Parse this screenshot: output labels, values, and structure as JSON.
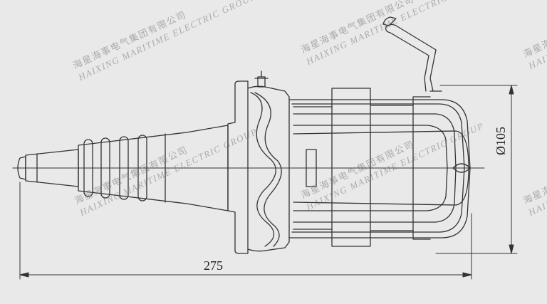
{
  "dimensions": {
    "overall_length": "275",
    "diameter": "Ø105"
  },
  "watermark": {
    "cn": "海星海事电气集团有限公司",
    "en": "HAIXING MARITIME ELECTRIC GROUP"
  },
  "colors": {
    "background": "#e9e9e9",
    "line": "#333333",
    "watermark": "#8c8c8c"
  }
}
